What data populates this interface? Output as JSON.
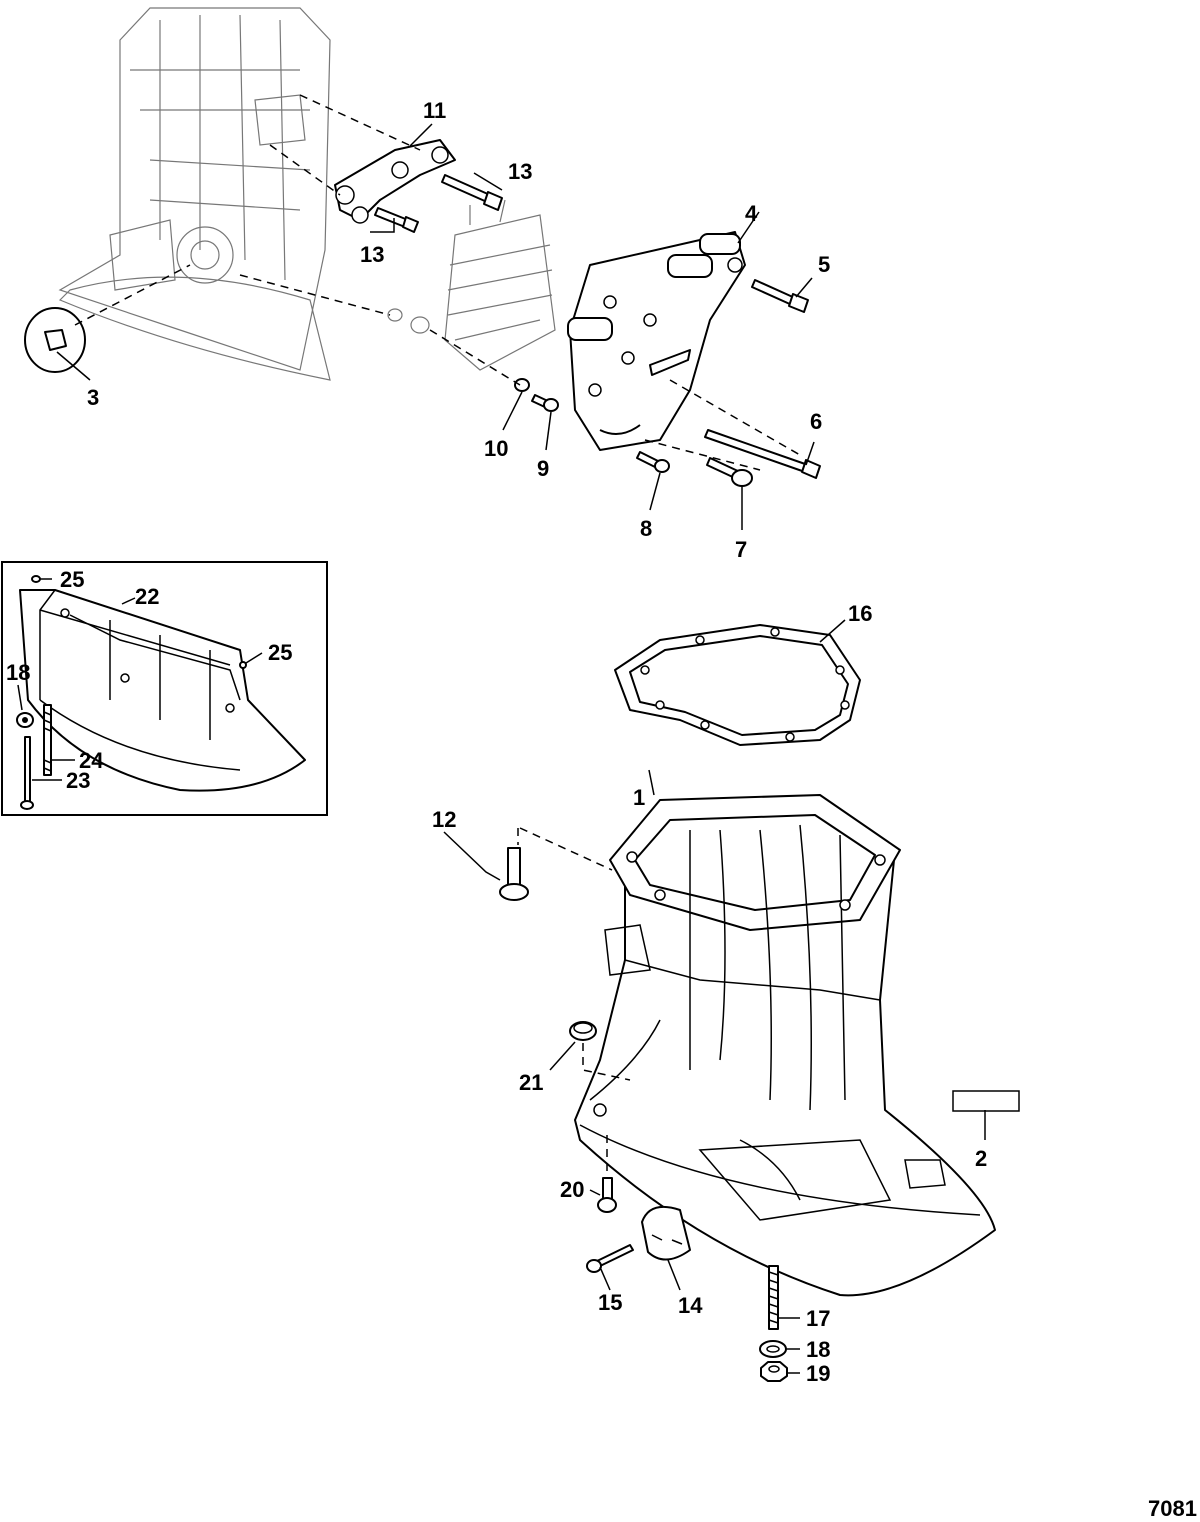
{
  "callouts": {
    "c1": "1",
    "c2": "2",
    "c3": "3",
    "c4": "4",
    "c5": "5",
    "c6": "6",
    "c7": "7",
    "c8": "8",
    "c9": "9",
    "c10": "10",
    "c11": "11",
    "c12": "12",
    "c13a": "13",
    "c13b": "13",
    "c14": "14",
    "c15": "15",
    "c16": "16",
    "c17": "17",
    "c18a": "18",
    "c18b": "18",
    "c19": "19",
    "c20": "20",
    "c21": "21",
    "c22": "22",
    "c23": "23",
    "c24": "24",
    "c25a": "25",
    "c25b": "25"
  },
  "figure_number": "7081"
}
